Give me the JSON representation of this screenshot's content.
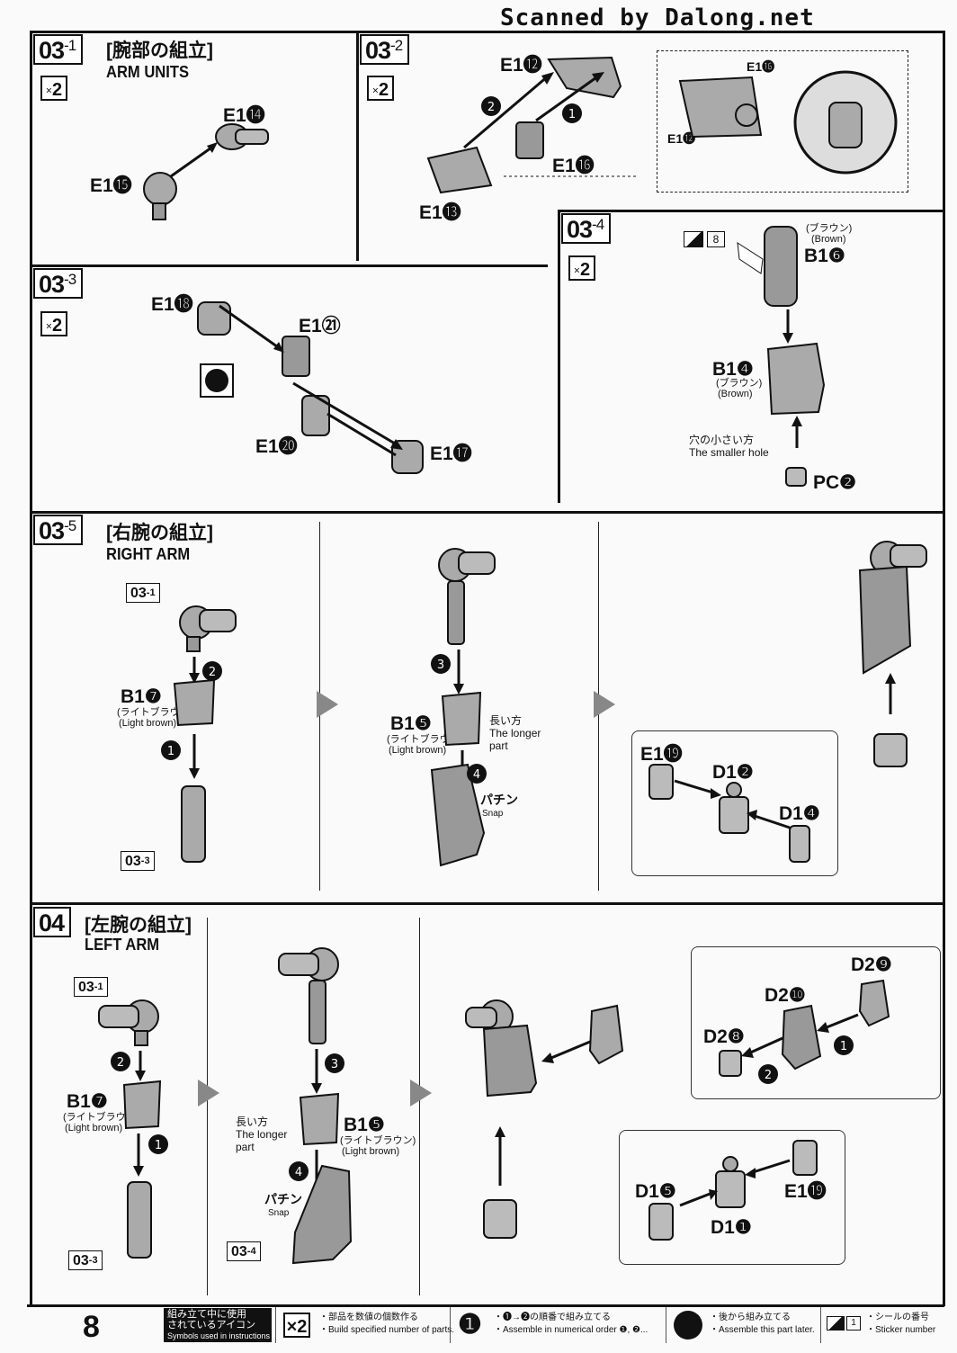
{
  "header": {
    "brand": "Scanned by Dalong.net"
  },
  "steps": {
    "s03_1": {
      "num": "03",
      "sub": "1",
      "title_ja": "[腕部の組立]",
      "title_en": "ARM UNITS",
      "qty": "2",
      "parts": [
        "E1⓮",
        "E1⓯"
      ]
    },
    "s03_2": {
      "num": "03",
      "sub": "2",
      "qty": "2",
      "parts": [
        "E1⓬",
        "E1⓰",
        "E1⓭"
      ],
      "detail_parts": [
        "E1⓰",
        "E1⓬"
      ]
    },
    "s03_3": {
      "num": "03",
      "sub": "3",
      "qty": "2",
      "parts": [
        "E1⓲",
        "E1㉑",
        "E1⓴",
        "E1⓱"
      ]
    },
    "s03_4": {
      "num": "03",
      "sub": "4",
      "qty": "2",
      "sticker": "8",
      "parts": [
        "B1❻",
        "B1❹",
        "PC❷"
      ],
      "b16_ja": "(ブラウン)",
      "b16_en": "(Brown)",
      "b14_ja": "(ブラウン)",
      "b14_en": "(Brown)",
      "hole_ja": "穴の小さい方",
      "hole_en": "The smaller hole"
    },
    "s03_5": {
      "num": "03",
      "sub": "5",
      "title_ja": "[右腕の組立]",
      "title_en": "RIGHT ARM",
      "ref1": "03",
      "ref1_sub": "1",
      "ref3": "03",
      "ref3_sub": "3",
      "parts": [
        "B1❼",
        "B1❺",
        "E1⓳",
        "D1❷",
        "D1❹"
      ],
      "b17_ja": "(ライトブラウン)",
      "b17_en": "(Light brown)",
      "b15_ja": "(ライトブラウン)",
      "b15_en": "(Light brown)",
      "longer_ja": "長い方",
      "longer_en_1": "The longer",
      "longer_en_2": "part",
      "snap_ja": "パチン",
      "snap_en": "Snap"
    },
    "s04": {
      "num": "04",
      "title_ja": "[左腕の組立]",
      "title_en": "LEFT ARM",
      "ref1": "03",
      "ref1_sub": "1",
      "ref3": "03",
      "ref3_sub": "3",
      "ref4": "03",
      "ref4_sub": "4",
      "parts": [
        "B1❼",
        "B1❺",
        "D2❾",
        "D2❿",
        "D2❽",
        "D1❺",
        "E1⓳",
        "D1❶"
      ],
      "b17_ja": "(ライトブラウン)",
      "b17_en": "(Light brown)",
      "b15_ja": "(ライトブラウン)",
      "b15_en": "(Light brown)",
      "longer_ja": "長い方",
      "longer_en_1": "The longer",
      "longer_en_2": "part",
      "snap_ja": "パチン",
      "snap_en": "Snap"
    }
  },
  "step_numbers": [
    "❶",
    "❷",
    "❸",
    "❹"
  ],
  "footer": {
    "page": "8",
    "legend_ja_1": "組み立て中に使用",
    "legend_ja_2": "されているアイコン",
    "legend_en": "Symbols used in instructions",
    "items": [
      {
        "symbol": "×2",
        "ja": "・部品を数値の個数作る",
        "en": "・Build specified number of parts."
      },
      {
        "symbol": "❶",
        "ja": "・❶→❷の順番で組み立てる",
        "en": "・Assemble in numerical order ❶, ❷..."
      },
      {
        "symbol": "●",
        "ja": "・後から組み立てる",
        "en": "・Assemble this part later."
      },
      {
        "symbol": "1",
        "ja": "・シールの番号",
        "en": "・Sticker number"
      }
    ]
  }
}
